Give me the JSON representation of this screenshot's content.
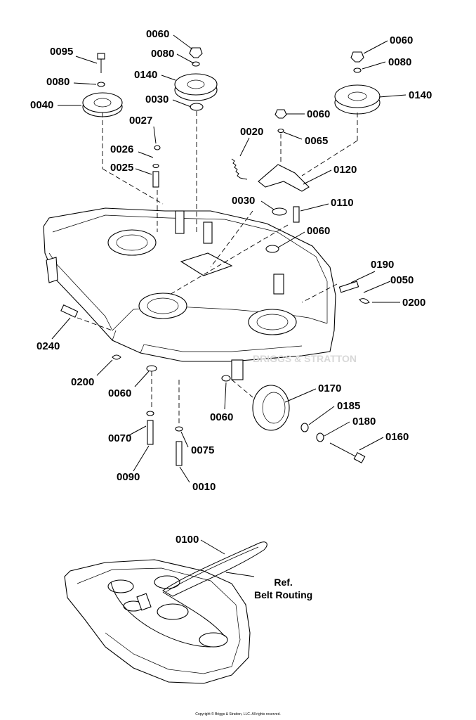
{
  "callouts": [
    {
      "id": "c0060a",
      "label": "0060"
    },
    {
      "id": "c0080a",
      "label": "0080"
    },
    {
      "id": "c0140a",
      "label": "0140"
    },
    {
      "id": "c0030a",
      "label": "0030"
    },
    {
      "id": "c0095",
      "label": "0095"
    },
    {
      "id": "c0080b",
      "label": "0080"
    },
    {
      "id": "c0040",
      "label": "0040"
    },
    {
      "id": "c0027",
      "label": "0027"
    },
    {
      "id": "c0026",
      "label": "0026"
    },
    {
      "id": "c0025",
      "label": "0025"
    },
    {
      "id": "c0060b",
      "label": "0060"
    },
    {
      "id": "c0080c",
      "label": "0080"
    },
    {
      "id": "c0140b",
      "label": "0140"
    },
    {
      "id": "c0060c",
      "label": "0060"
    },
    {
      "id": "c0065",
      "label": "0065"
    },
    {
      "id": "c0020",
      "label": "0020"
    },
    {
      "id": "c0120",
      "label": "0120"
    },
    {
      "id": "c0030b",
      "label": "0030"
    },
    {
      "id": "c0110",
      "label": "0110"
    },
    {
      "id": "c0060d",
      "label": "0060"
    },
    {
      "id": "c0190",
      "label": "0190"
    },
    {
      "id": "c0050",
      "label": "0050"
    },
    {
      "id": "c0200a",
      "label": "0200"
    },
    {
      "id": "c0240",
      "label": "0240"
    },
    {
      "id": "c0200b",
      "label": "0200"
    },
    {
      "id": "c0060e",
      "label": "0060"
    },
    {
      "id": "c0170",
      "label": "0170"
    },
    {
      "id": "c0185",
      "label": "0185"
    },
    {
      "id": "c0180",
      "label": "0180"
    },
    {
      "id": "c0160",
      "label": "0160"
    },
    {
      "id": "c0060f",
      "label": "0060"
    },
    {
      "id": "c0070",
      "label": "0070"
    },
    {
      "id": "c0075",
      "label": "0075"
    },
    {
      "id": "c0090",
      "label": "0090"
    },
    {
      "id": "c0010",
      "label": "0010"
    },
    {
      "id": "c0100",
      "label": "0100"
    }
  ],
  "reference": {
    "line1": "Ref.",
    "line2": "Belt Routing"
  },
  "watermark": "BRIGGS & STRATTON",
  "copyright": "Copyright © Briggs & Stratton, LLC. All rights reserved."
}
